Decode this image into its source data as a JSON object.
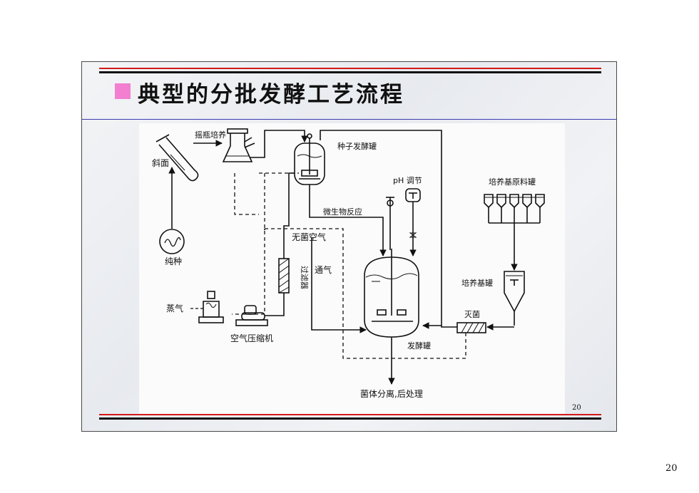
{
  "slide": {
    "title": "典型的分批发酵工艺流程",
    "slide_number": "20"
  },
  "page_number": "20",
  "diagram": {
    "labels": {
      "slant": "斜面",
      "shake_flask_culture": "摇瓶培养",
      "pure_strain": "纯种",
      "seed_tank": "种子发酵罐",
      "ph_adjust": "pH 调节",
      "medium_raw_tanks": "培养基原料罐",
      "microbial_reaction": "微生物反应",
      "sterile_air": "无菌空气",
      "filter": "过滤器",
      "aeration": "通气",
      "medium_tank": "培养基罐",
      "sterilization": "灭菌",
      "steam": "蒸气",
      "air_compressor": "空气压缩机",
      "fermenter": "发酵罐",
      "downstream": "菌体分离,后处理"
    }
  },
  "colors": {
    "rule_red": "#d31a1a",
    "title_marker": "#f27fd0",
    "title_border": "#3b3bb0"
  }
}
